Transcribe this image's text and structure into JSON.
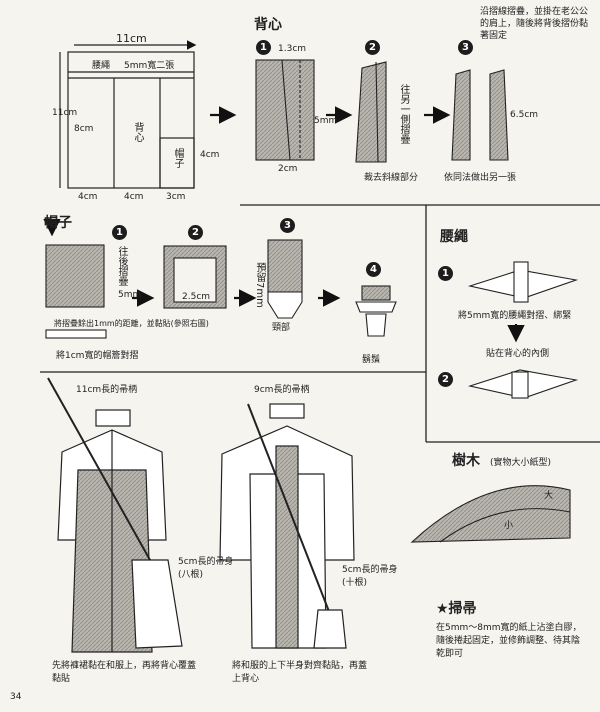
{
  "sections": {
    "back": "背心",
    "hat": "帽子",
    "belt": "腰繩",
    "tree": "樹木",
    "tree_note": "(實物大小紙型)",
    "broom": "★掃帚"
  },
  "step_numbers": [
    "1",
    "2",
    "3",
    "4"
  ],
  "layout_diagram": {
    "width": "11cm",
    "height": "11cm",
    "belt_label": "腰繩",
    "belt_strip": "5mm寬二張",
    "back_label": "背心",
    "hat_label": "帽子",
    "inner_height": "8cm",
    "hat_height": "4cm",
    "bottom_dims": [
      "4cm",
      "4cm",
      "3cm"
    ]
  },
  "back_steps": {
    "s1_width": "1.3cm",
    "s1_gap": "5mm",
    "s1_bottom": "2cm",
    "s2_fold_note": "往另一側摺疊",
    "s2_cut_note": "裁去斜線部分",
    "s3_instruction": "沿摺線摺疊，並掛在老公公的肩上，隨後將背後摺份黏著固定",
    "s3_height": "6.5cm",
    "s3_note": "依同法做出另一張"
  },
  "hat_steps": {
    "s1_fold": "往後摺疊",
    "s1_fold_depth": "5mm",
    "s1_note": "將摺疊餘出1mm的距離，並黏貼(參照右圖)",
    "s1_strip": "將1cm寬的帽簷對摺",
    "s2_size": "2.5cm",
    "s3_keep": "預留7mm",
    "s3_neck": "頸部",
    "s4_beard": "鬍鬚"
  },
  "belt_steps": {
    "s1_note": "將5mm寬的腰繩對摺、綁緊",
    "s2_note": "貼在背心的內側"
  },
  "figures": {
    "left_handle": "11cm長的帚柄",
    "right_handle": "9cm長的帚柄",
    "left_brush": "5cm長的帚身(八根)",
    "right_brush": "5cm長的帚身(十根)",
    "left_caption": "先將褲裙黏在和服上，再將背心覆蓋黏貼",
    "right_caption": "將和服的上下半身對齊黏貼，再蓋上背心"
  },
  "tree_labels": {
    "big": "大",
    "small": "小"
  },
  "broom_text": "在5mm～8mm寬的紙上沾塗白膠，隨後捲起固定，並修飾調整、待其陰乾即可",
  "page_number": "34"
}
